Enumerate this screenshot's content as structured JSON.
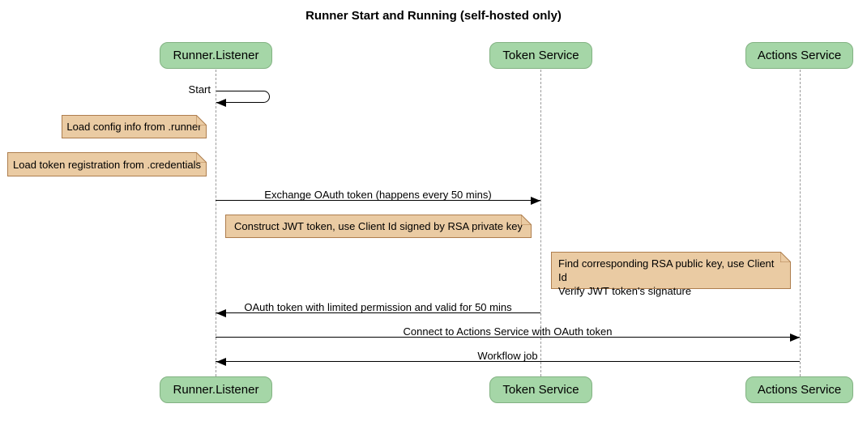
{
  "title": "Runner Start and Running (self-hosted only)",
  "participants": [
    {
      "name": "Runner.Listener"
    },
    {
      "name": "Token Service"
    },
    {
      "name": "Actions Service"
    }
  ],
  "messages": {
    "start": "Start",
    "exchange": "Exchange OAuth token (happens every 50 mins)",
    "oauth_return": "OAuth token with limited permission and valid for 50 mins",
    "connect": "Connect to Actions Service with OAuth token",
    "workflow": "Workflow job"
  },
  "notes": {
    "load_config": "Load config info from .runner",
    "load_token": "Load token registration from .credentials",
    "construct_jwt": "Construct JWT token, use Client Id signed by RSA private key",
    "find_rsa_line1": "Find corresponding RSA public key, use Client Id",
    "find_rsa_line2": "Verify JWT token's signature"
  },
  "colors": {
    "participant_fill": "#A5D6A7",
    "participant_border": "#82B282",
    "note_fill": "#EACBA3",
    "note_border": "#AE7E4E",
    "lifeline": "#999999",
    "message_line": "#000000"
  }
}
